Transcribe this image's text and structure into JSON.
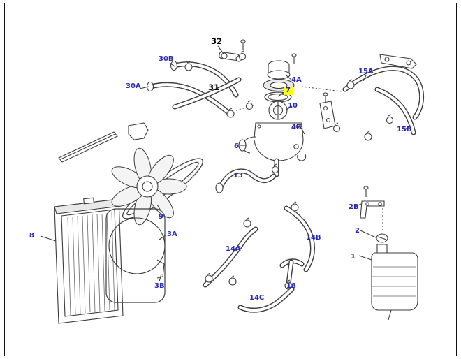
{
  "diagram": {
    "kind": "exploded-parts-diagram",
    "background": "#ffffff",
    "border_color": "#111111",
    "label_color": "#2a2ab8",
    "bold_label_color": "#000000",
    "highlight_color": "#ffff00",
    "line_color": "#3c3c3c",
    "highlighted_part": "7"
  },
  "parts": [
    {
      "label": "30B",
      "style": "blue"
    },
    {
      "label": "30A",
      "style": "blue"
    },
    {
      "label": "32",
      "style": "black-bold"
    },
    {
      "label": "31",
      "style": "black-bold"
    },
    {
      "label": "4A",
      "style": "blue"
    },
    {
      "label": "7",
      "style": "highlighted"
    },
    {
      "label": "10",
      "style": "blue"
    },
    {
      "label": "4B",
      "style": "blue"
    },
    {
      "label": "6",
      "style": "blue"
    },
    {
      "label": "15A",
      "style": "blue"
    },
    {
      "label": "15B",
      "style": "blue"
    },
    {
      "label": "13",
      "style": "blue"
    },
    {
      "label": "9",
      "style": "blue"
    },
    {
      "label": "3A",
      "style": "blue"
    },
    {
      "label": "8",
      "style": "blue"
    },
    {
      "label": "3B",
      "style": "blue"
    },
    {
      "label": "14A",
      "style": "blue"
    },
    {
      "label": "14B",
      "style": "blue"
    },
    {
      "label": "14C",
      "style": "blue"
    },
    {
      "label": "18",
      "style": "blue"
    },
    {
      "label": "2B",
      "style": "blue"
    },
    {
      "label": "2",
      "style": "blue"
    },
    {
      "label": "1",
      "style": "blue"
    }
  ]
}
